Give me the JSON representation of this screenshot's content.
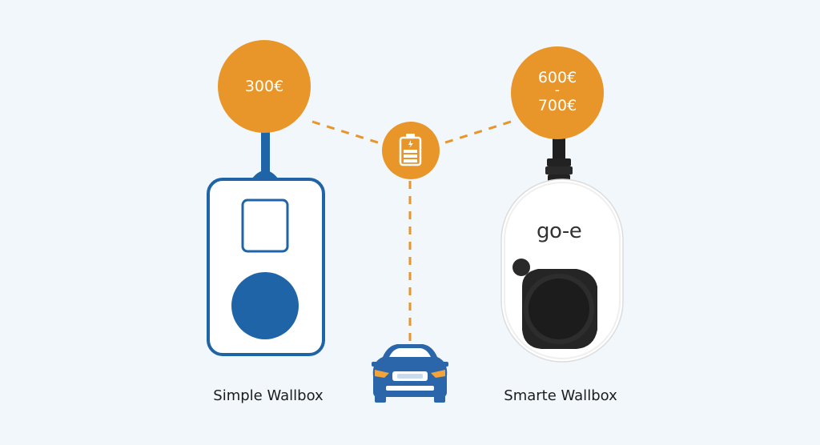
{
  "simple": {
    "price": "300€",
    "label": "Simple Wallbox"
  },
  "smart": {
    "price_low": "600€",
    "price_sep": "-",
    "price_high": "700€",
    "label": "Smarte Wallbox",
    "brand": "go-e"
  },
  "center_icon": "battery-charging-icon",
  "car_icon": "car-icon",
  "colors": {
    "background": "#f1f7fb",
    "accent_orange": "#e8962a",
    "wallbox_blue": "#2064a8",
    "car_blue": "#2a66a9",
    "wallbox_white": "#ffffff"
  }
}
